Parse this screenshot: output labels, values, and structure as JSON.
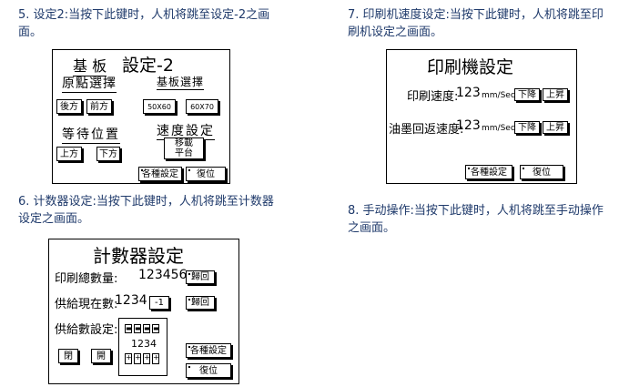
{
  "captions": {
    "c5": "5. 设定2:当按下此键时，人机将跳至设定-2之画面。",
    "c6": "6. 计数器设定:当按下此键时，人机将跳至计数器设定之画面。",
    "c7": "7. 印刷机速度设定:当按下此键时，人机将跳至印刷机设定之画面。",
    "c8": "8. 手动操作:当按下此键时，人机将跳至手动操作之画面。"
  },
  "screen5": {
    "title_a": "基 板",
    "title_b": "設定-2",
    "origin_title": "原點選擇",
    "origin_back": "後方",
    "origin_front": "前方",
    "board_title": "基板選擇",
    "board_a": "50X60",
    "board_b": "60X70",
    "wait_title": "等待位置",
    "wait_up": "上方",
    "wait_down": "下方",
    "speed_title": "速度設定",
    "speed_btn_line1": "移載",
    "speed_btn_line2": "平台",
    "settings": "各種設定",
    "reset": "復位"
  },
  "screen6": {
    "title": "計數器設定",
    "print_count_label": "印刷總數量:",
    "print_count_value": "123456",
    "return_btn": "歸回",
    "supply_label": "供給現在數:",
    "supply_value": "1234",
    "minus_btn": "-1",
    "return_btn2": "歸回",
    "supply_set_label": "供給數設定:",
    "keypad_top": [
      "▬",
      "▬",
      "▬",
      "▬"
    ],
    "keypad_value": "1234",
    "keypad_bottom": [
      "+",
      "+",
      "+",
      "+"
    ],
    "close_btn1": "閉",
    "close_btn2": "開",
    "settings": "各種設定",
    "reset": "復位"
  },
  "screen7": {
    "title": "印刷機設定",
    "speed_label": "印刷速度:",
    "speed_value": "123",
    "speed_unit": "mm/Sec",
    "down": "下降",
    "up": "上昇",
    "ink_label": "油墨回返速度:",
    "ink_value": "123",
    "ink_unit": "mm/Sec",
    "down2": "下降",
    "up2": "上昇",
    "settings": "各種設定",
    "reset": "復位"
  }
}
